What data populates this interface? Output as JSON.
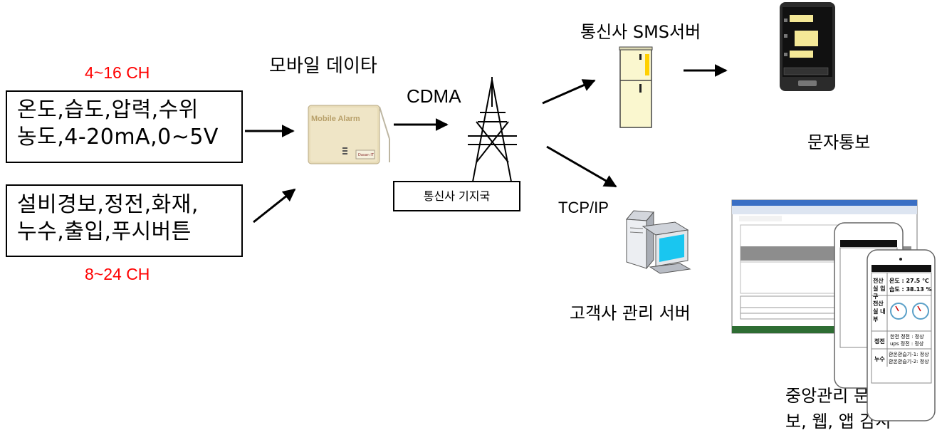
{
  "channels": {
    "analog_count": "4~16 CH",
    "digital_count": "8~24 CH"
  },
  "inputs": {
    "analog_lines": [
      "온도,습도,압력,수위",
      "농도,4-20mA,0~5V"
    ],
    "digital_lines": [
      "설비경보,정전,화재,",
      "누수,출입,푸시버튼"
    ]
  },
  "device": {
    "title": "모바일 데이타",
    "brand": "Mobile Alarm"
  },
  "network": {
    "protocol": "CDMA",
    "base_station": "통신사 기지국",
    "tcp": "TCP/IP"
  },
  "sms": {
    "server": "통신사 SMS서버",
    "notice": "문자통보"
  },
  "customer": {
    "server": "고객사 관리 서버"
  },
  "central": {
    "lines": [
      "중앙관리 문자통",
      "보, 웹, 앱 감시"
    ]
  },
  "phone_app": {
    "room_in": "전산실 입구",
    "room_out": "전산실 내부",
    "temp": "온도 : 27.5 ℃",
    "hum": "습도 : 38.13 %",
    "power": "정전",
    "leak": "누수",
    "power_state": "한전 정전 : 정상",
    "ups_state": "ups 정전 : 정상",
    "fan1": "환온환습기-1: 정상",
    "fan2": "환온환습기-2: 정상"
  },
  "colors": {
    "accent_red": "#ff0000"
  }
}
